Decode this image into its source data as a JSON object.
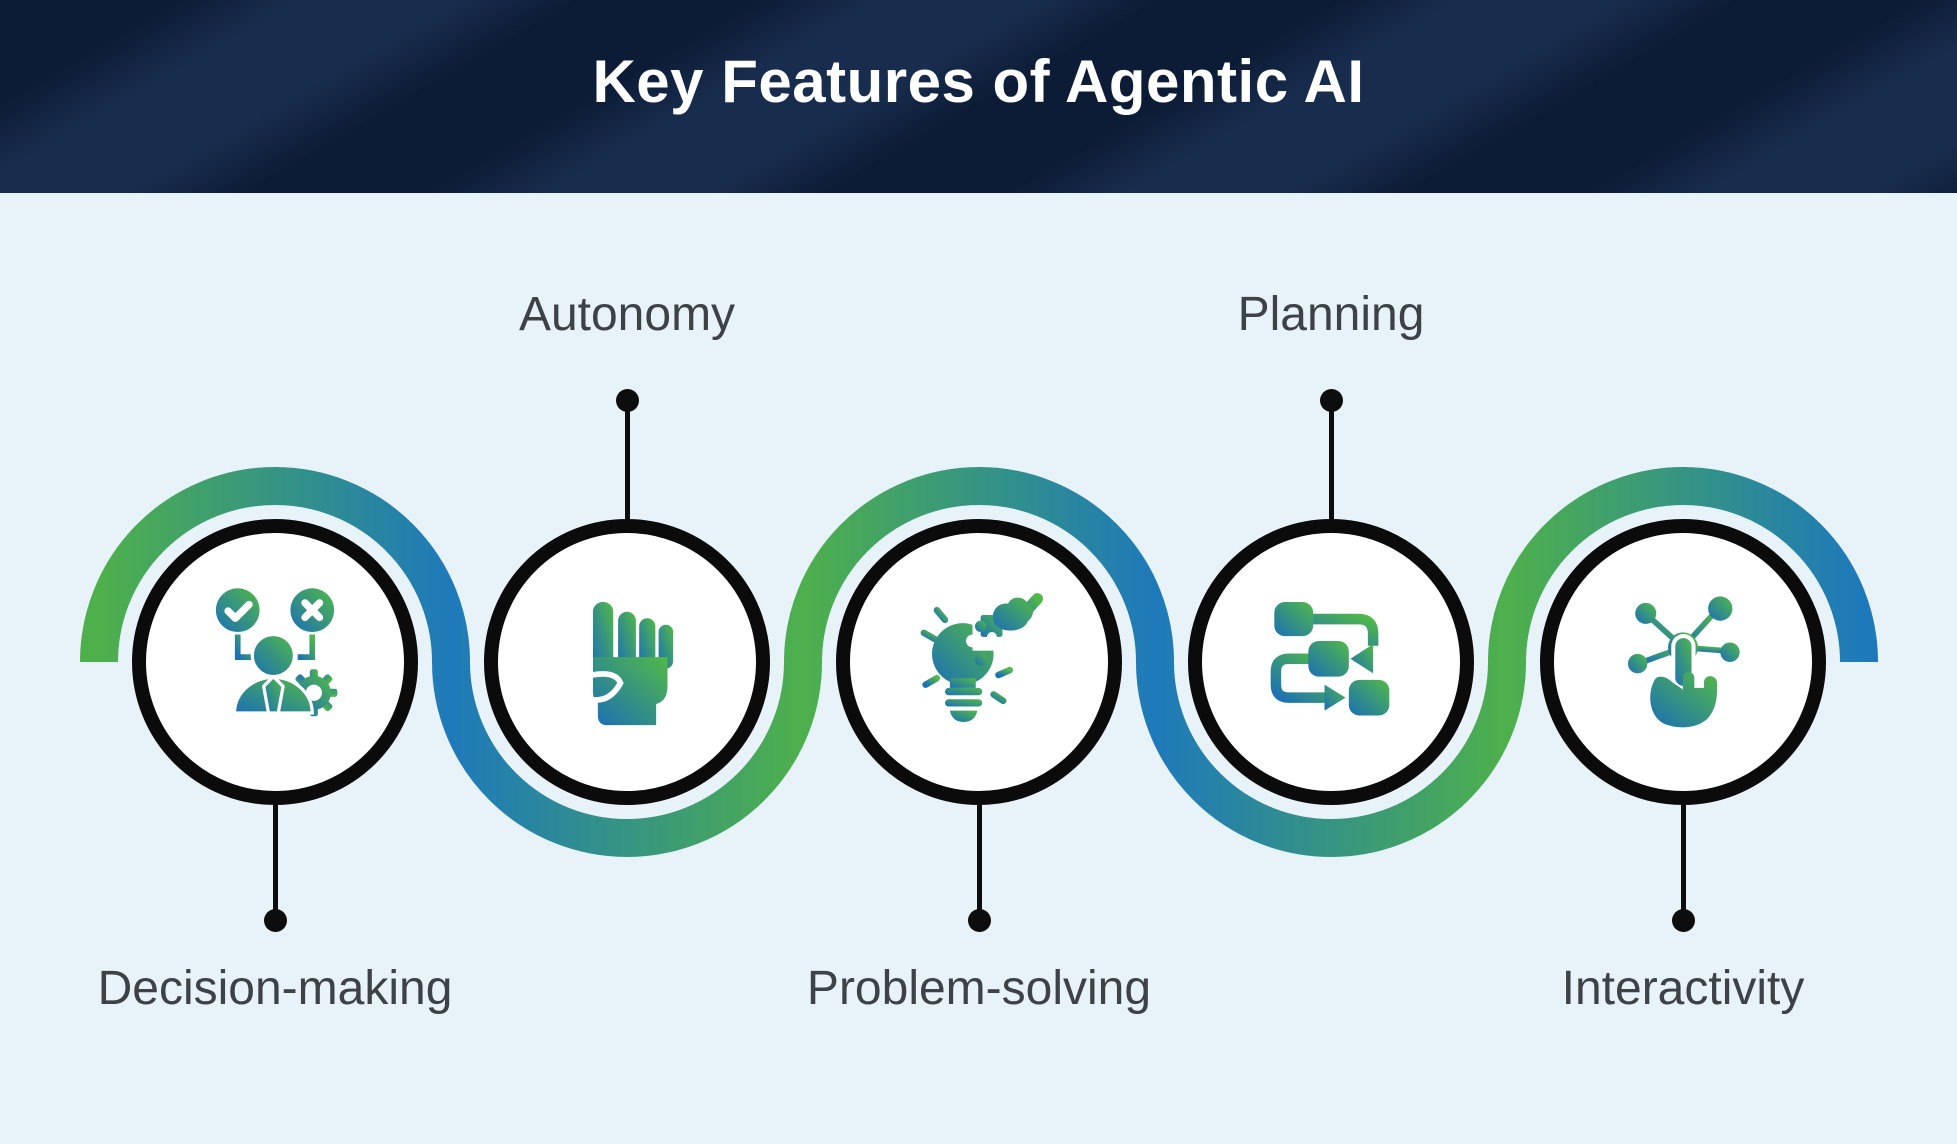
{
  "header": {
    "title": "Key Features of Agentic AI"
  },
  "features": [
    {
      "label": "Decision-making",
      "icon": "decision-making-icon",
      "label_position": "below"
    },
    {
      "label": "Autonomy",
      "icon": "raised-fist-icon",
      "label_position": "above"
    },
    {
      "label": "Problem-solving",
      "icon": "lightbulb-puzzle-icon",
      "label_position": "below"
    },
    {
      "label": "Planning",
      "icon": "workflow-arrows-icon",
      "label_position": "above"
    },
    {
      "label": "Interactivity",
      "icon": "touch-network-icon",
      "label_position": "below"
    }
  ],
  "colors": {
    "page_bg": "#e8f2f9",
    "header_bg": "#0d1c36",
    "title_color": "#ffffff",
    "label_color": "#3d4247",
    "connector": "#0d0d0d",
    "ribbon_green": "#4eb04b",
    "ribbon_blue": "#1e79ba",
    "icon_blue": "#1b6fb5",
    "icon_green": "#52b948"
  }
}
